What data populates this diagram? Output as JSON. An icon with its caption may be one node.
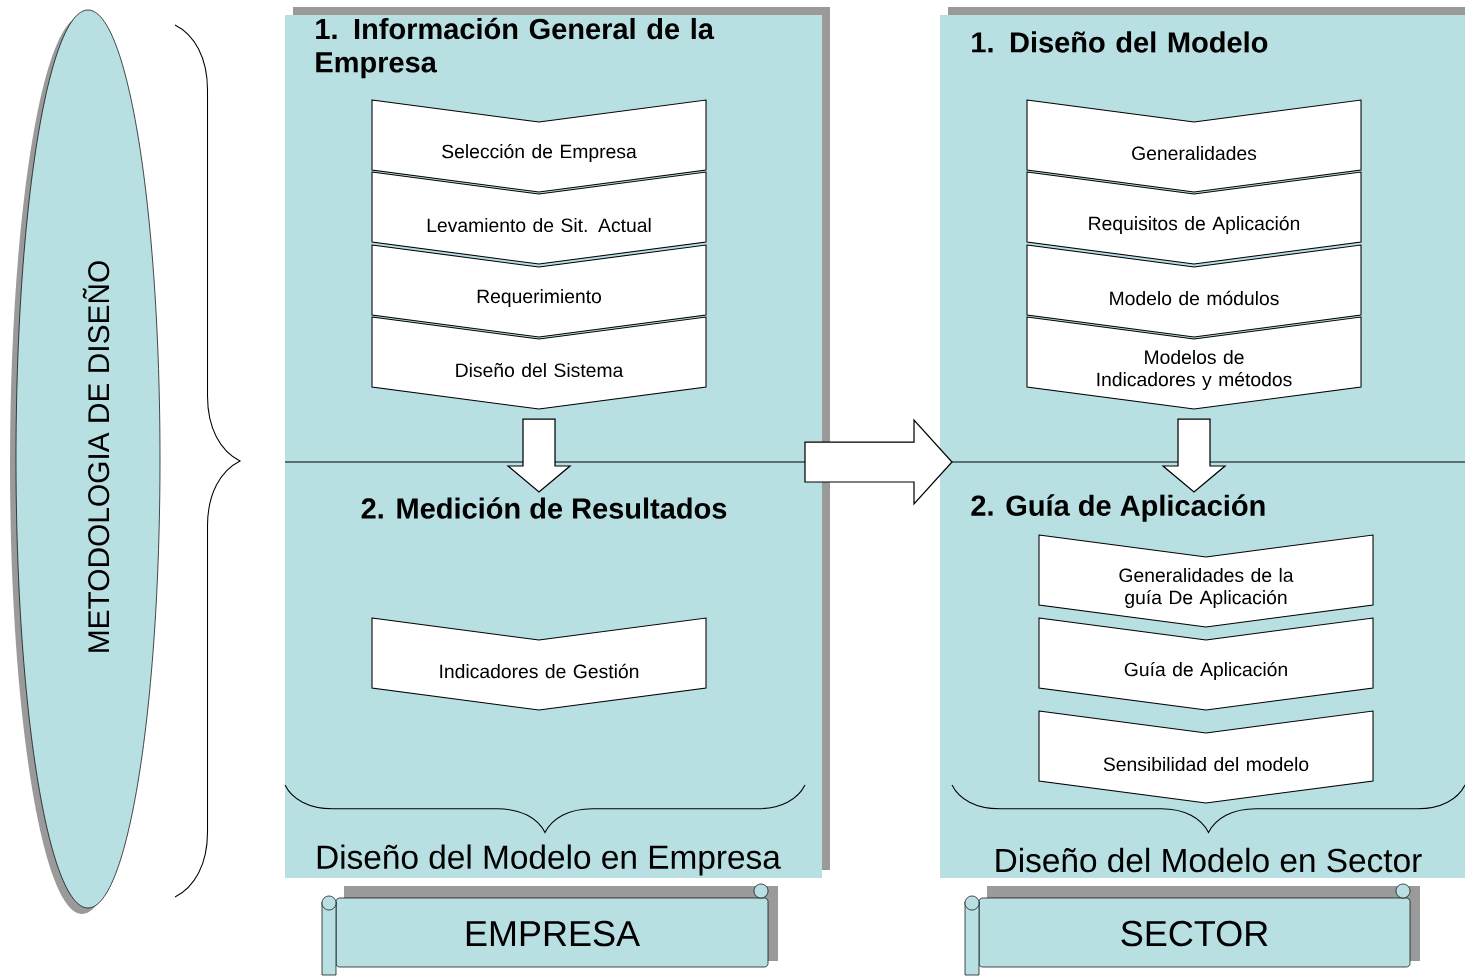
{
  "diagram": {
    "nodes": [
      {
        "text": [
          "METODOLOGIA DE DISEÑO"
        ]
      },
      {
        "text": [
          "1. Información General de la Empresa",
          "Diseño del Modelo en Empresa"
        ]
      },
      {
        "text": [
          "Selección de Empresa"
        ],
        "in": 1
      },
      {
        "text": [
          "Levamiento de Sit. Actual"
        ],
        "in": 1
      },
      {
        "text": [
          "Requerimiento"
        ],
        "in": 1
      },
      {
        "text": [
          "Diseño del Sistema"
        ],
        "in": 1
      },
      {
        "text": [
          "2. Medición de Resultados"
        ],
        "in": 1
      },
      {
        "text": [
          "Indicadores de Gestión"
        ],
        "in": 1
      },
      {
        "text": [
          "1. Diseño del Modelo",
          "Diseño del Modelo en Sector"
        ]
      },
      {
        "text": [
          "Generalidades"
        ],
        "in": 8
      },
      {
        "text": [
          "Requisitos de Aplicación"
        ],
        "in": 8
      },
      {
        "text": [
          "Modelo de módulos"
        ],
        "in": 8
      },
      {
        "text": [
          "Modelos de Indicadores y métodos"
        ],
        "in": 8
      },
      {
        "text": [
          "2. Guía de Aplicación"
        ],
        "in": 8
      },
      {
        "text": [
          "Generalidades de la guía De Aplicación"
        ],
        "in": 8
      },
      {
        "text": [
          "Guía de Aplicación"
        ],
        "in": 8
      },
      {
        "text": [
          "Sensibilidad del modelo"
        ],
        "in": 8
      },
      {
        "text": [
          "EMPRESA"
        ]
      },
      {
        "text": [
          "SECTOR"
        ]
      }
    ],
    "edges": [
      {
        "from": 1,
        "to": 8,
        "arrow": "to"
      },
      {
        "from": 5,
        "to": 6,
        "arrow": "to"
      },
      {
        "from": 12,
        "to": 13,
        "arrow": "to"
      }
    ]
  }
}
